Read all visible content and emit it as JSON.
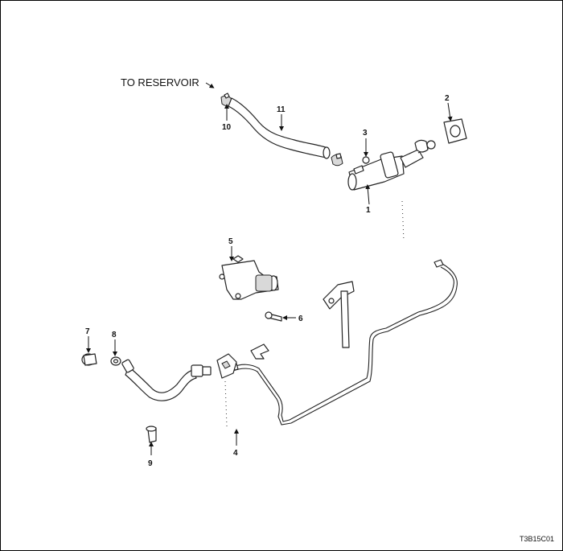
{
  "caption": "TO RESERVOIR",
  "figure_code": "T3B15C01",
  "callouts": [
    "1",
    "2",
    "3",
    "4",
    "5",
    "6",
    "7",
    "8",
    "9",
    "10",
    "11"
  ]
}
